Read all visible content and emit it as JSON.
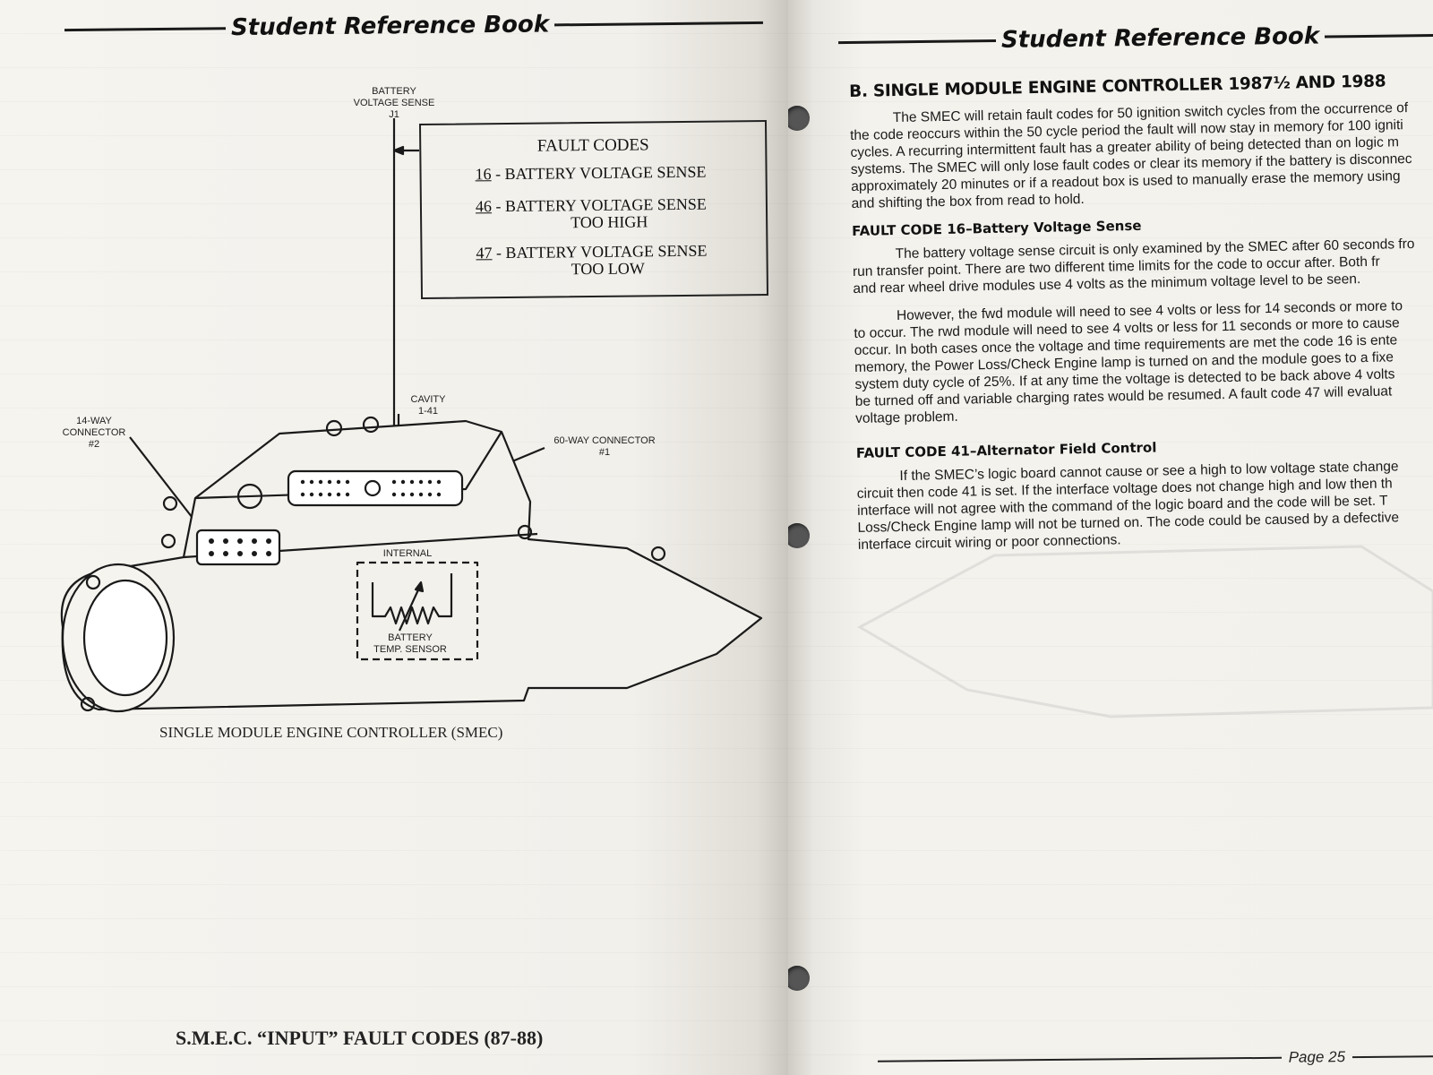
{
  "header": {
    "title": "Student Reference Book"
  },
  "left_page": {
    "battery_label": [
      "BATTERY",
      "VOLTAGE SENSE",
      "J1"
    ],
    "fault_codes": {
      "title": "FAULT CODES",
      "items": [
        {
          "code": "16",
          "text": "BATTERY VOLTAGE SENSE",
          "sub": ""
        },
        {
          "code": "46",
          "text": "BATTERY VOLTAGE SENSE",
          "sub": "TOO HIGH"
        },
        {
          "code": "47",
          "text": "BATTERY VOLTAGE SENSE",
          "sub": "TOO LOW"
        }
      ]
    },
    "connector14": [
      "14-WAY",
      "CONNECTOR",
      "#2"
    ],
    "cavity": [
      "CAVITY",
      "1-41"
    ],
    "connector60": [
      "60-WAY CONNECTOR",
      "#1"
    ],
    "internal_label": "INTERNAL",
    "sensor_label": [
      "BATTERY",
      "TEMP. SENSOR"
    ],
    "diagram_caption": "SINGLE MODULE ENGINE CONTROLLER (SMEC)",
    "bottom_caption": "S.M.E.C. “INPUT” FAULT CODES (87-88)"
  },
  "right_page": {
    "section_title": "B. SINGLE MODULE ENGINE CONTROLLER 1987½ AND 1988",
    "intro_lines": [
      "The SMEC will retain fault codes for 50 ignition switch cycles from the occurrence of",
      "the code reoccurs within the 50 cycle period the fault will now stay in memory for 100 igniti",
      "cycles. A recurring intermittent fault has a greater ability of being detected than on logic m",
      "systems. The SMEC will only lose fault codes or clear its memory if the battery is disconnec",
      "approximately 20 minutes or if a readout box is used to manually erase the memory using",
      "and shifting the box from read to hold."
    ],
    "fault16": {
      "title": "FAULT CODE 16–Battery Voltage Sense",
      "para1": [
        "The battery voltage sense circuit is only examined by the SMEC after 60 seconds fro",
        "run transfer point. There are two different time limits for the code to occur after. Both fr",
        "and rear wheel drive modules use 4 volts as the minimum voltage level to be seen."
      ],
      "para2": [
        "However, the fwd module will need to see 4 volts or less for 14 seconds or more to",
        "to occur. The rwd module will need to see 4 volts or less for 11 seconds or more to cause",
        "occur. In both cases once the voltage and time requirements are met the code 16 is ente",
        "memory, the Power Loss/Check Engine lamp is turned on and the module goes to a fixe",
        "system duty cycle of 25%. If at any time the voltage is detected to be back above 4 volts",
        "be turned off and variable charging rates would be resumed. A fault code 47 will evaluat",
        "voltage problem."
      ]
    },
    "fault41": {
      "title": "FAULT CODE 41–Alternator Field Control",
      "para": [
        "If the SMEC’s logic board cannot cause or see a high to low voltage state change",
        "circuit then code 41 is set. If the interface voltage does not change high and low then th",
        "interface will not agree with the command of the logic board and the code will be set. T",
        "Loss/Check Engine lamp will not be turned on. The code could be caused by a defective",
        "interface circuit wiring or poor connections."
      ]
    },
    "page_number": "Page 25"
  },
  "colors": {
    "paper": "#f4f2ed",
    "ink": "#111111",
    "background": "#6f7072"
  }
}
